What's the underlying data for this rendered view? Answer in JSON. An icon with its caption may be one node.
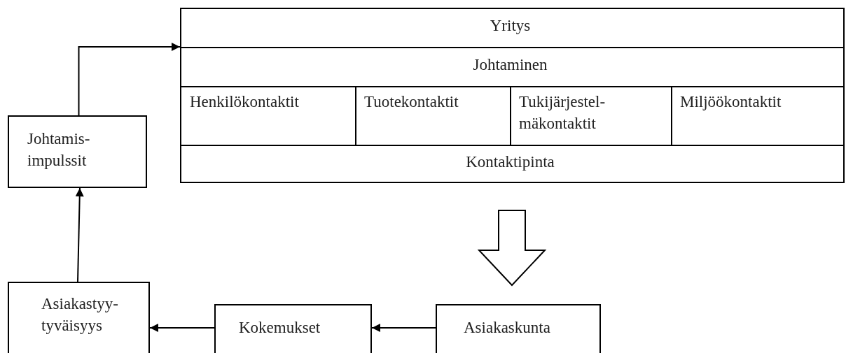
{
  "diagram": {
    "nodes": [
      {
        "text": [],
        "shape": "box"
      },
      {
        "text": [
          "Yritys"
        ],
        "in": 0
      },
      {
        "text": [
          "Johtaminen"
        ],
        "in": 0
      },
      {
        "text": [
          "Henkilökontaktit"
        ],
        "in": 0
      },
      {
        "text": [
          "Tuotekontaktit"
        ],
        "in": 0
      },
      {
        "text": [
          "Tukijärjestel- mäkontaktit"
        ],
        "in": 0
      },
      {
        "text": [
          "Miljöökontaktit"
        ],
        "in": 0
      },
      {
        "text": [
          "Kontaktipinta"
        ],
        "in": 0
      },
      {
        "text": [
          "Johtamis- impulssit"
        ]
      },
      {
        "text": [
          "Asiakastyy- tyväisyys"
        ]
      },
      {
        "text": [
          "Kokemukset"
        ]
      },
      {
        "text": [
          "Asiakaskunta"
        ]
      }
    ],
    "edges": [
      {
        "from": 8,
        "to": 0,
        "arrow": "to"
      },
      {
        "from": 9,
        "to": 8,
        "arrow": "to"
      },
      {
        "from": 11,
        "to": 10,
        "arrow": "to"
      },
      {
        "from": 10,
        "to": 9,
        "arrow": "to"
      },
      {
        "from": 0,
        "to": 11,
        "arrow": "to",
        "style": "thick"
      }
    ]
  }
}
